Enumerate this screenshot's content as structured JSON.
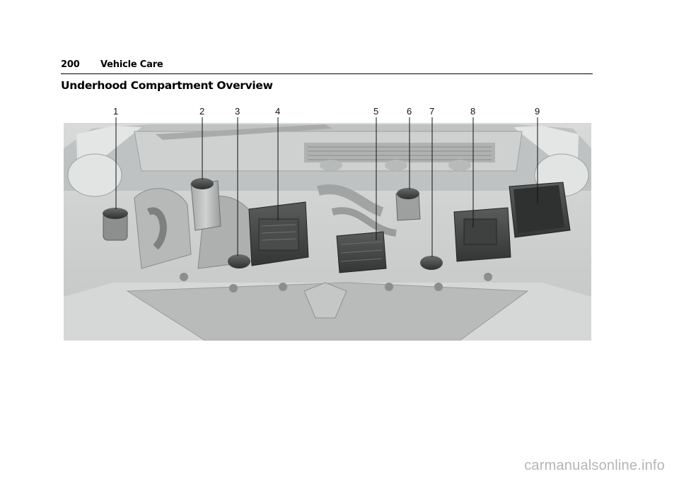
{
  "header": {
    "page_number": "200",
    "chapter": "Vehicle Care"
  },
  "section": {
    "title": "Underhood Compartment Overview"
  },
  "figure": {
    "callouts": [
      "1",
      "2",
      "3",
      "4",
      "5",
      "6",
      "7",
      "8",
      "9"
    ]
  },
  "watermark": {
    "text": "carmanualsonline.info"
  }
}
